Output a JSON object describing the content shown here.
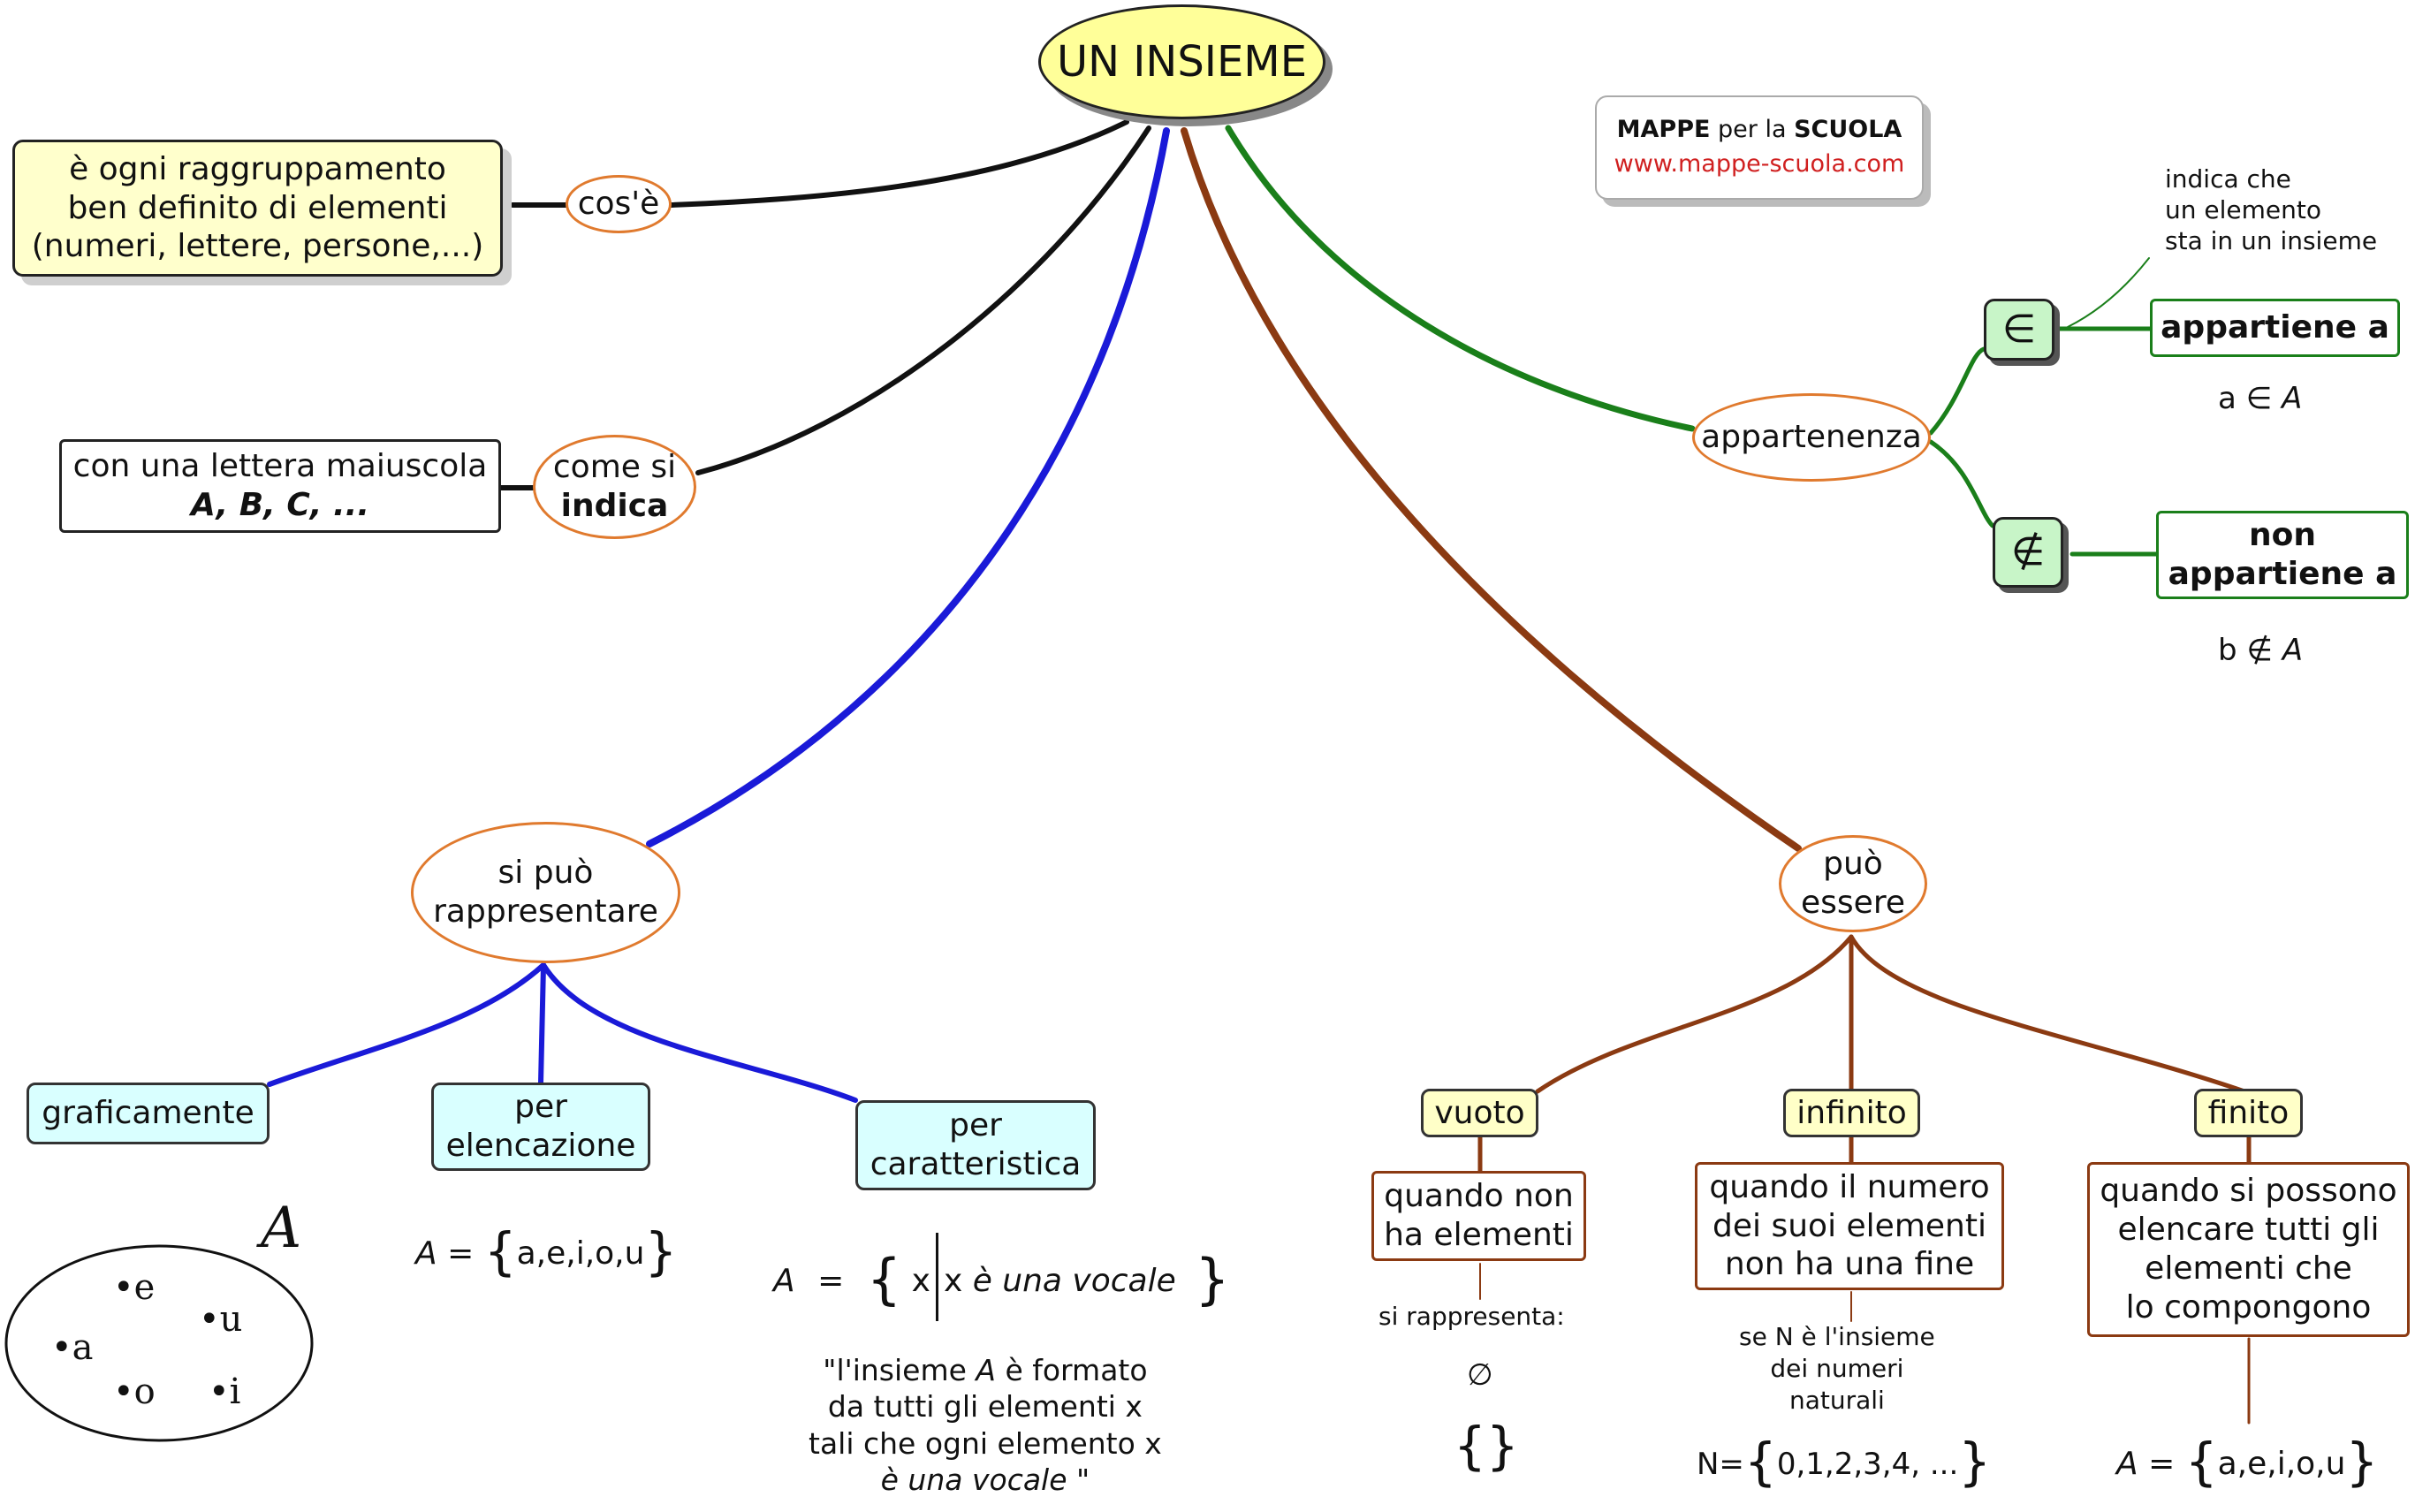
{
  "title": "UN INSIEME",
  "logo": {
    "line1_bold_a": "MAPPE",
    "line1_mid": " per la ",
    "line1_bold_b": "SCUOLA",
    "url": "www.mappe-scuola.com"
  },
  "cose": {
    "label": "cos'è",
    "definition": [
      "è ogni raggruppamento",
      "ben definito di elementi",
      "(numeri, lettere, persone,...)"
    ]
  },
  "indica": {
    "label_a": "come si",
    "label_b": "indica",
    "text_a": "con una lettera maiuscola",
    "text_b": "A, B, C, ..."
  },
  "appartenenza": {
    "label": "appartenenza",
    "note": [
      "indica che",
      "un elemento",
      "sta in un insieme"
    ],
    "in_symbol": "∈",
    "in_label": "appartiene a",
    "in_example_a": "a ∈ ",
    "in_example_b": "A",
    "notin_symbol": "∉",
    "notin_label_a": "non",
    "notin_label_b": "appartiene a",
    "notin_example_a": "b ∉ ",
    "notin_example_b": "A"
  },
  "rappresentare": {
    "label_a": "si può",
    "label_b": "rappresentare",
    "graficamente": "graficamente",
    "elencazione_a": "per",
    "elencazione_b": "elencazione",
    "caratteristica_a": "per",
    "caratteristica_b": "caratteristica",
    "venn_label": "A",
    "venn_elements": [
      "e",
      "u",
      "a",
      "o",
      "i"
    ],
    "elenc_lhs": "A",
    "elenc_eq": " = ",
    "elenc_open": "{",
    "elenc_body": "a,e,i,o,u",
    "elenc_close": "}",
    "car_lhs": "A",
    "car_eq": "=",
    "car_open": "{",
    "car_x": "x",
    "car_cond_a": "x",
    "car_cond_b": " è ",
    "car_cond_c": "una vocale",
    "car_close": "}",
    "car_note_1a": "\"l'insieme ",
    "car_note_1b": "A",
    "car_note_1c": "  è formato",
    "car_note_2": "da tutti gli elementi x",
    "car_note_3": "tali che ogni elemento x",
    "car_note_4a": "è una vocale",
    "car_note_4b": " \""
  },
  "essere": {
    "label_a": "può",
    "label_b": "essere",
    "vuoto": "vuoto",
    "vuoto_desc": [
      "quando non",
      "ha elementi"
    ],
    "vuoto_note": "si rappresenta:",
    "vuoto_sym1": "∅",
    "vuoto_sym2": "{}",
    "infinito": "infinito",
    "infinito_desc": [
      "quando il numero",
      "dei suoi elementi",
      "non ha una fine"
    ],
    "infinito_note": [
      "se N è l'insieme",
      "dei numeri",
      "naturali"
    ],
    "infinito_formula_a": "N=",
    "infinito_formula_open": "{",
    "infinito_formula_body": "0,1,2,3,4, ...",
    "infinito_formula_close": "}",
    "finito": "finito",
    "finito_desc": [
      "quando si possono",
      "elencare tutti gli",
      "elementi che",
      "lo compongono"
    ],
    "finito_lhs": "A",
    "finito_eq": " = ",
    "finito_open": "{",
    "finito_body": "a,e,i,o,u",
    "finito_close": "}"
  },
  "colors": {
    "black": "#111111",
    "blue": "#1a1ad8",
    "brown": "#8b3a12",
    "green": "#1a7f1a",
    "orange": "#e07a2e"
  }
}
